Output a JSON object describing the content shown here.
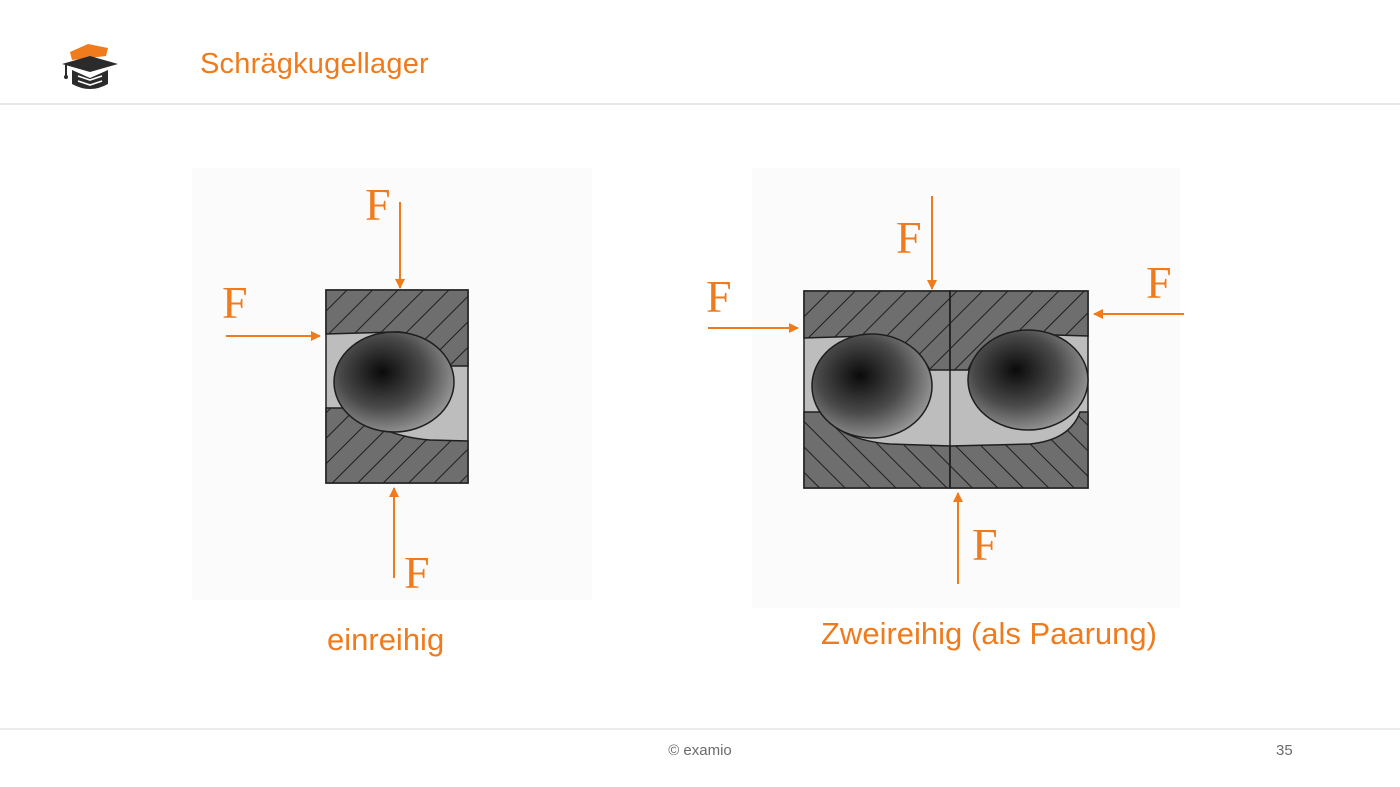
{
  "header": {
    "title": "Schrägkugellager",
    "logo_icon": "graduation-cap-book-icon"
  },
  "diagram": {
    "force_label": "F",
    "left": {
      "caption": "einreihig"
    },
    "right": {
      "caption": "Zweireihig (als Paarung)"
    }
  },
  "footer": {
    "copyright": "© examio",
    "page_number": "35"
  },
  "colors": {
    "accent": "#f07b1d",
    "ring": "#6e6e6e",
    "gap": "#bdbdbd",
    "background": "#ffffff"
  }
}
